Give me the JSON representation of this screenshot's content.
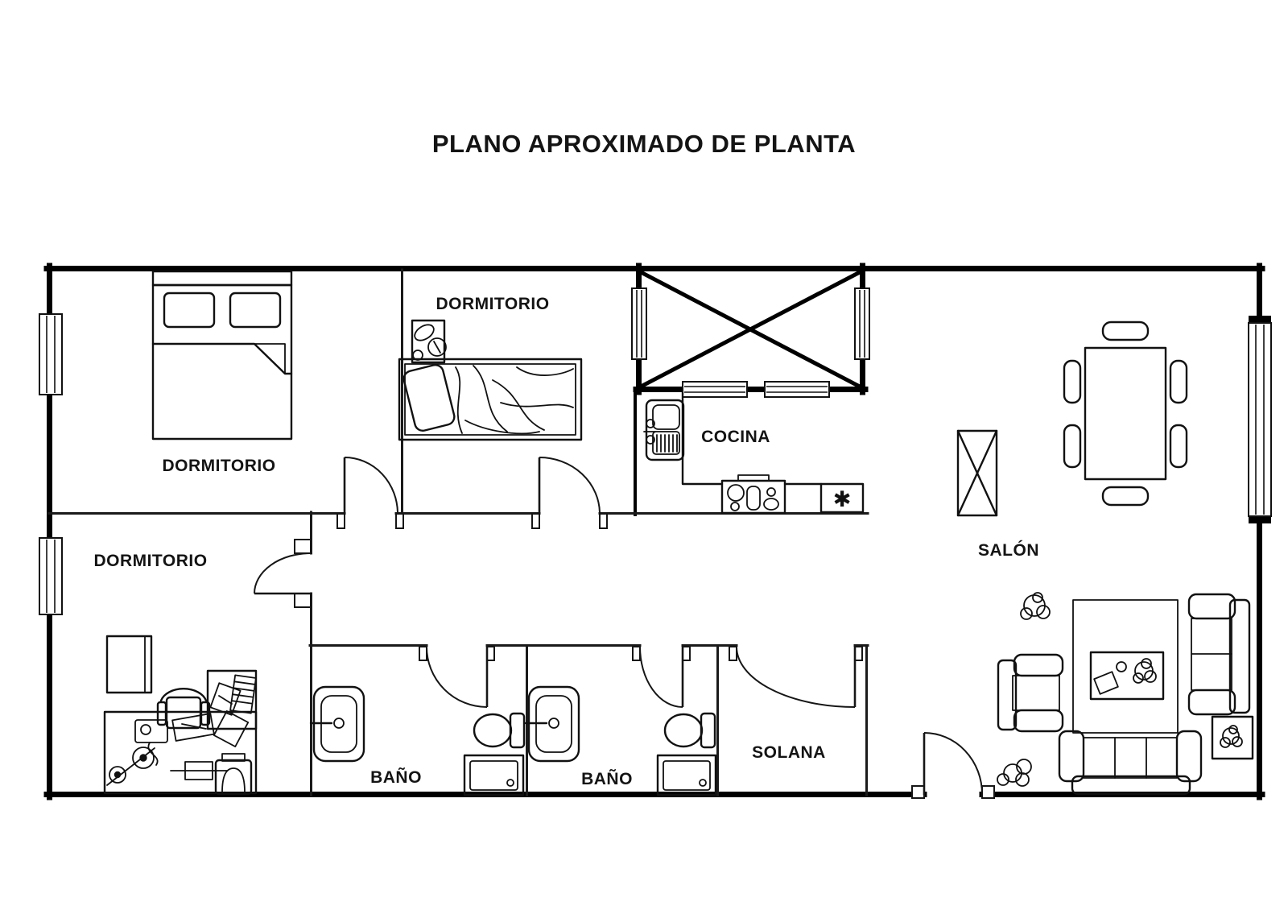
{
  "title": "PLANO APROXIMADO DE PLANTA",
  "rooms": {
    "dormitorio_1": {
      "label": "DORMITORIO"
    },
    "dormitorio_2": {
      "label": "DORMITORIO"
    },
    "dormitorio_3": {
      "label": "DORMITORIO"
    },
    "cocina": {
      "label": "COCINA"
    },
    "salon": {
      "label": "SALÓN"
    },
    "bano_1": {
      "label": "BAÑO"
    },
    "bano_2": {
      "label": "BAÑO"
    },
    "solana": {
      "label": "SOLANA"
    }
  },
  "symbols": {
    "counter_marker": "✱"
  },
  "colors": {
    "ink": "#000000",
    "paper": "#ffffff"
  }
}
